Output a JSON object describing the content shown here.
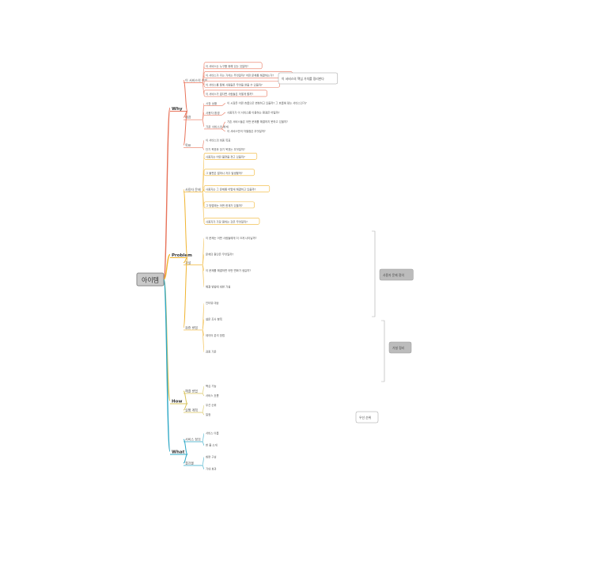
{
  "root": {
    "label": "아이템"
  },
  "colors": {
    "why": "#e8735a",
    "problem": "#f0b430",
    "how": "#d8c35a",
    "what": "#2ea8c6",
    "note_fill": "#bcbcbc",
    "root_fill": "#c9c9c9",
    "text": "#555555"
  },
  "branches": [
    {
      "label": "Why",
      "color": "#e8735a",
      "children": [
        {
          "label": "이 서비스의 취지",
          "children": [
            {
              "label": "이 서비스는 누구를 위해 있는 것일까?",
              "boxed": true
            },
            {
              "label": "이 서비스가 주는 가치는 무엇일까? 어떤 문제를 해결하는가?",
              "boxed": true
            },
            {
              "label": "이 서비스를 통해 사람들은 무엇을 얻을 수 있을까?",
              "boxed": true
            },
            {
              "label": "이 서비스가 없다면 사람들은 어떻게 할까?",
              "boxed": true
            }
          ]
        },
        {
          "label": "배경",
          "children": [
            {
              "label": "시장 상황",
              "children": [
                {
                  "label": "이 시장은 어떤 흐름으로 변화하고 있을까? 그 흐름에 맞는 서비스인가?"
                }
              ]
            },
            {
              "label": "사용자 환경",
              "children": [
                {
                  "label": "사용자가 이 서비스를 이용하는 환경은 어떨까?"
                }
              ]
            },
            {
              "label": "기존 서비스의 한계",
              "children": [
                {
                  "label": "기존 서비스들은 어떤 문제를 해결하지 못하고 있을까?"
                },
                {
                  "label": "이 서비스만의 차별점은 무엇일까?"
                }
              ]
            }
          ]
        },
        {
          "label": "목표",
          "children": [
            {
              "label": "이 서비스의 최종 목표"
            },
            {
              "label": "단기 목표와 장기 목표는 무엇일까?"
            }
          ]
        }
      ]
    },
    {
      "label": "Problem",
      "color": "#f0b430",
      "children": [
        {
          "label": "사용자 문제",
          "children": [
            {
              "label": "사용자는 어떤 불편을 겪고 있을까?",
              "boxed": true
            },
            {
              "label": "그 불편은 얼마나 자주 발생할까?",
              "boxed": true
            },
            {
              "label": "사용자는 그 문제를 어떻게 해결하고 있을까?",
              "boxed": true
            },
            {
              "label": "그 방법에는 어떤 한계가 있을까?",
              "boxed": true
            },
            {
              "label": "사용자가 가장 원하는 것은 무엇일까?",
              "boxed": true
            }
          ]
        },
        {
          "label": "가설",
          "children": [
            {
              "label": "이 문제는 어떤 사람들에게 더 크게 나타날까?"
            },
            {
              "label": "문제의 원인은 무엇일까?"
            },
            {
              "label": "이 문제를 해결하면 어떤 변화가 생길까?"
            },
            {
              "label": "해결 방법에 대한 가설"
            }
          ]
        },
        {
          "label": "검증 방법",
          "children": [
            {
              "label": "인터뷰 대상"
            },
            {
              "label": "설문 조사 항목"
            },
            {
              "label": "데이터 분석 방법"
            },
            {
              "label": "검증 기준"
            }
          ]
        }
      ]
    },
    {
      "label": "How",
      "color": "#d8c35a",
      "children": [
        {
          "label": "해결 방법",
          "children": [
            {
              "label": "핵심 기능"
            },
            {
              "label": "서비스 흐름"
            }
          ]
        },
        {
          "label": "실행 계획",
          "children": [
            {
              "label": "우선 순위"
            },
            {
              "label": "일정"
            }
          ]
        }
      ]
    },
    {
      "label": "What",
      "color": "#2ea8c6",
      "children": [
        {
          "label": "서비스 정의",
          "children": [
            {
              "label": "서비스 이름"
            },
            {
              "label": "한 줄 소개"
            }
          ]
        },
        {
          "label": "결과물",
          "children": [
            {
              "label": "화면 구성"
            },
            {
              "label": "기대 효과"
            }
          ]
        }
      ]
    }
  ],
  "notes": [
    {
      "text": "이 서비스의 핵심 가치를 정리한다"
    },
    {
      "text": "사용자 문제 정의"
    },
    {
      "text": "가설 정리"
    },
    {
      "text": "우선 순위"
    }
  ]
}
